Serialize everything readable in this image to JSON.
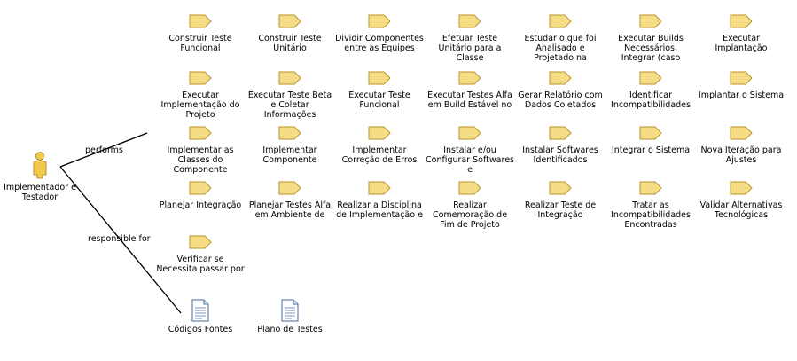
{
  "role": {
    "name": "Implementador e Testador",
    "icon": "person-icon"
  },
  "relations": {
    "performs": "performs",
    "responsible_for": "responsible for"
  },
  "tasks": [
    "Construir Teste Funcional",
    "Construir Teste Unitário",
    "Dividir Componentes entre as Equipes",
    "Efetuar Teste Unitário para a Classe",
    "Estudar o que foi Analisado e Projetado na",
    "Executar Builds Necessários, Integrar (caso",
    "Executar Implantação",
    "Executar Implementação do Projeto",
    "Executar Teste Beta e Coletar Informações",
    "Executar Teste Funcional",
    "Executar Testes Alfa em Build Estável no",
    "Gerar Relatório com Dados Coletados",
    "Identificar Incompatibilidades",
    "Implantar o Sistema",
    "Implementar as Classes do Componente",
    "Implementar Componente",
    "Implementar Correção de Erros",
    "Instalar e/ou Configurar Softwares e",
    "Instalar Softwares Identificados",
    "Integrar o Sistema",
    "Nova Iteração para Ajustes",
    "Planejar Integração",
    "Planejar Testes Alfa em Ambiente de",
    "Realizar a Disciplina de Implementação e",
    "Realizar Comemoração de Fim de Projeto",
    "Realizar Teste de Integração",
    "Tratar as Incompatibilidades Encontradas",
    "Validar Alternativas Tecnológicas",
    "Verificar se Necessita passar por"
  ],
  "artifacts": [
    "Códigos Fontes",
    "Plano de Testes"
  ],
  "icons": {
    "task": "task-icon",
    "artifact": "document-icon"
  },
  "colors": {
    "task_fill": "#f7dc86",
    "task_stroke": "#b8962e",
    "person_fill": "#f2c94c",
    "line": "#000000"
  }
}
